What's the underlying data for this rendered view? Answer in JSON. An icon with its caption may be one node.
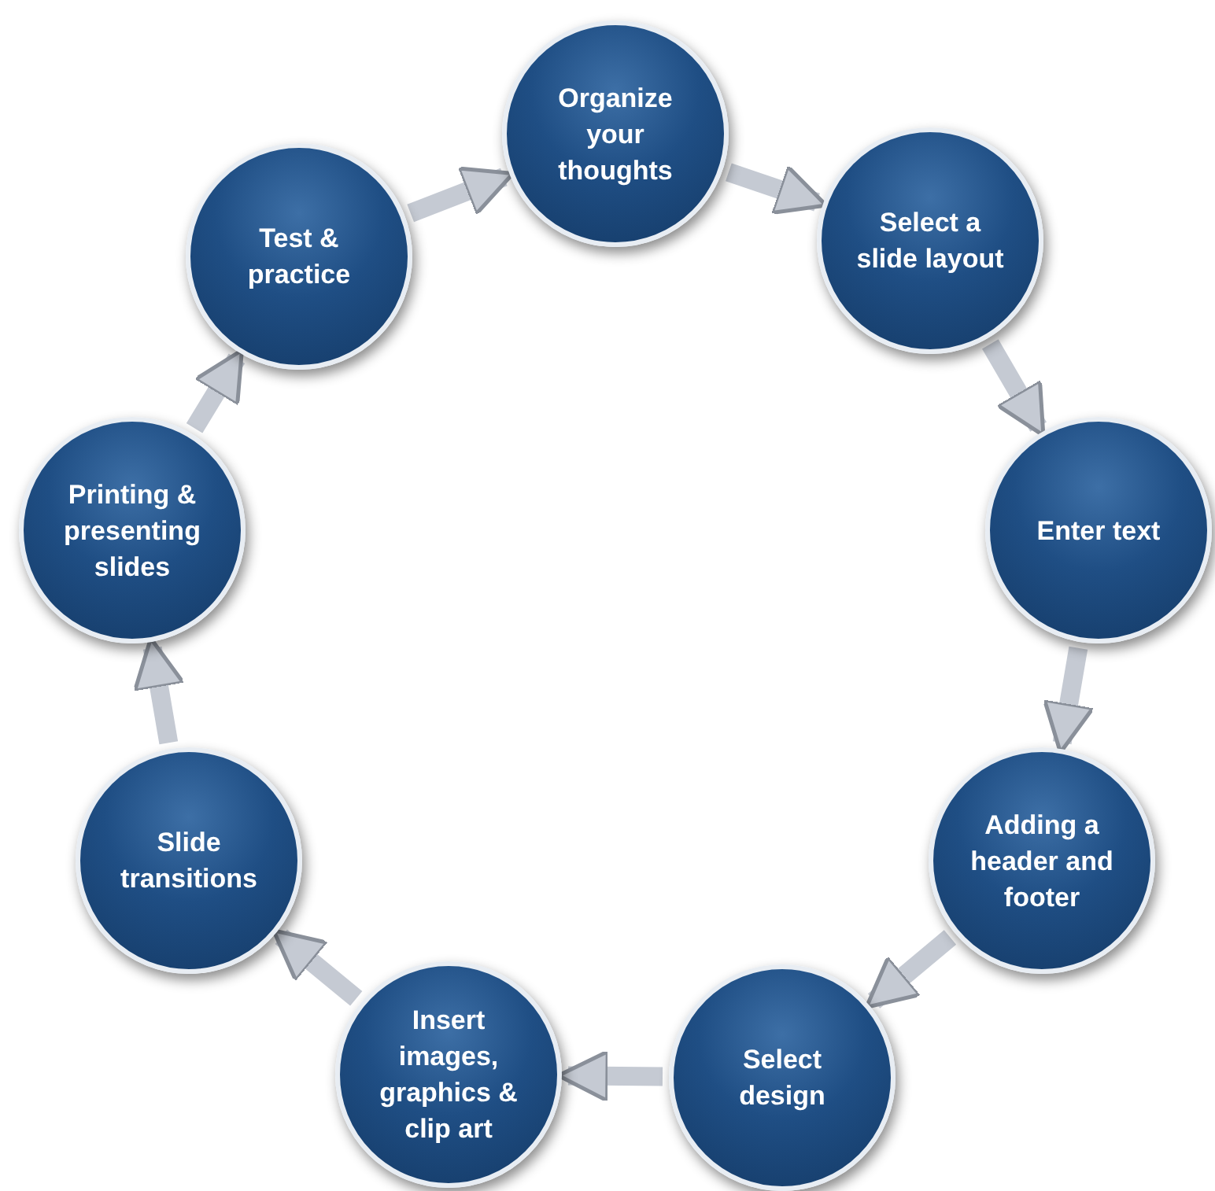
{
  "diagram": {
    "nodes": [
      {
        "text": [
          "Organize your thoughts"
        ]
      },
      {
        "text": [
          "Select a slide layout"
        ]
      },
      {
        "text": [
          "Enter text"
        ]
      },
      {
        "text": [
          "Adding a header and footer"
        ]
      },
      {
        "text": [
          "Select design"
        ]
      },
      {
        "text": [
          "Insert images, graphics & clip art"
        ]
      },
      {
        "text": [
          "Slide transitions"
        ]
      },
      {
        "text": [
          "Printing & presenting slides"
        ]
      },
      {
        "text": [
          "Test & practice"
        ]
      }
    ],
    "edges": [
      {
        "from": 0,
        "to": 1,
        "arrow": "to"
      },
      {
        "from": 1,
        "to": 2,
        "arrow": "to"
      },
      {
        "from": 2,
        "to": 3,
        "arrow": "to"
      },
      {
        "from": 3,
        "to": 4,
        "arrow": "to"
      },
      {
        "from": 4,
        "to": 5,
        "arrow": "to"
      },
      {
        "from": 5,
        "to": 6,
        "arrow": "to"
      },
      {
        "from": 6,
        "to": 7,
        "arrow": "to"
      },
      {
        "from": 7,
        "to": 8,
        "arrow": "to"
      },
      {
        "from": 8,
        "to": 0,
        "arrow": "to"
      }
    ]
  }
}
